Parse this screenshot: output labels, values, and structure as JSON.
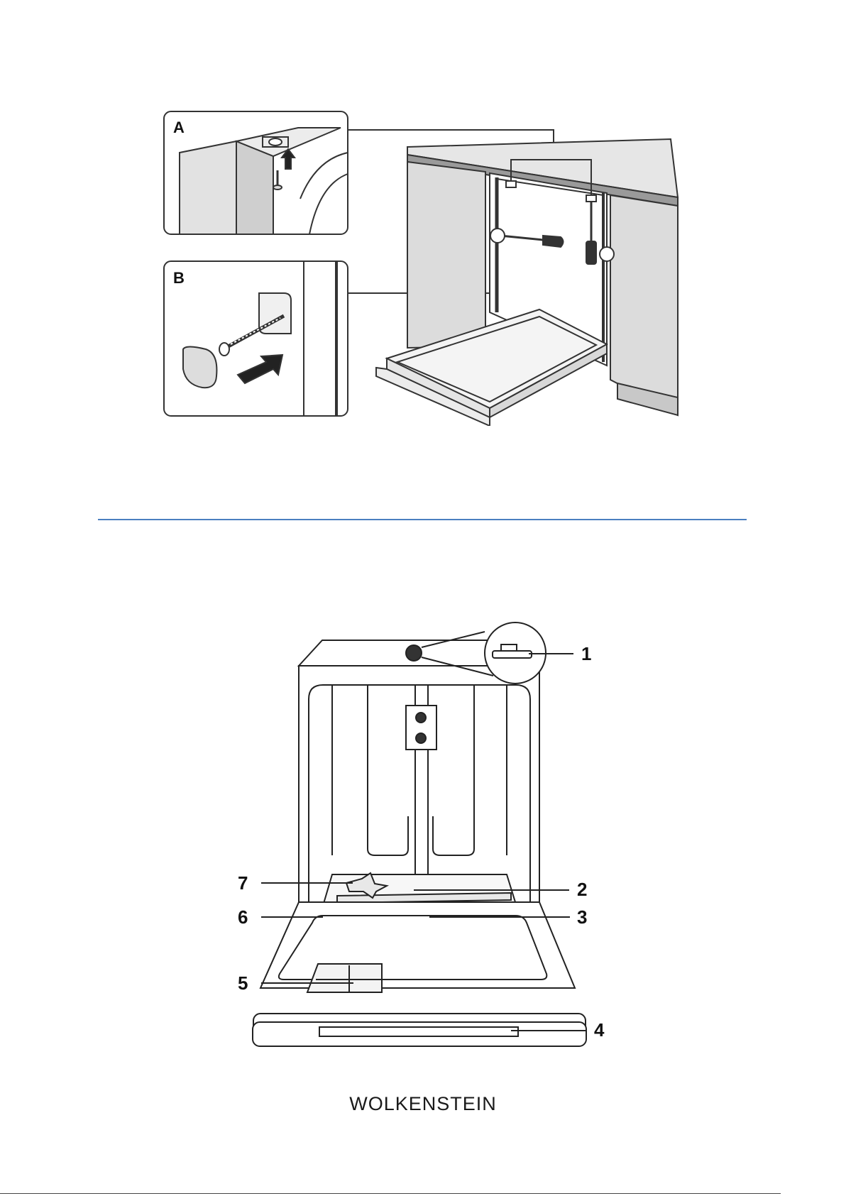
{
  "figure_a": {
    "label_a": "A",
    "label_b": "B"
  },
  "figure_b": {
    "callouts": [
      "1",
      "2",
      "3",
      "4",
      "5",
      "6",
      "7"
    ]
  },
  "footer": {
    "brand": "WOLKENSTEIN"
  },
  "colors": {
    "divider": "#4a7fc0",
    "line": "#333333",
    "cabinet": "#dcdcdc"
  }
}
